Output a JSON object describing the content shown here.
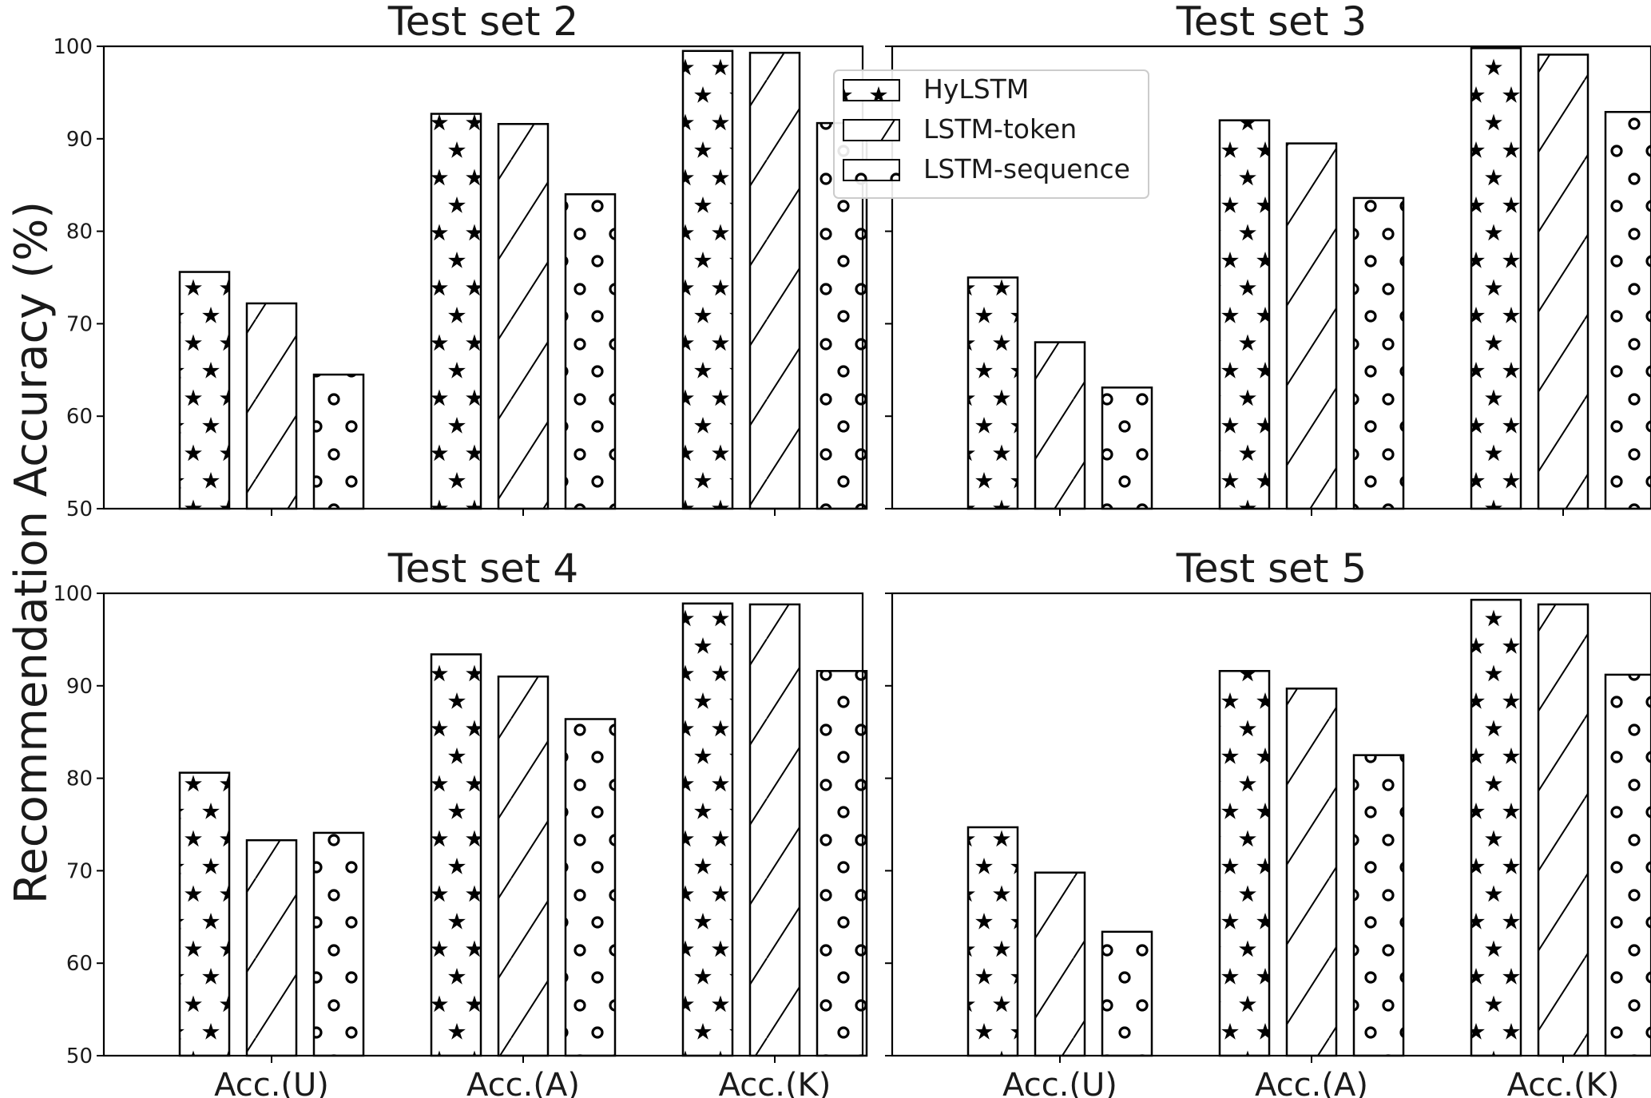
{
  "chart_data": {
    "type": "bar",
    "ylabel": "Recommendation Accuracy (%)",
    "ylim": [
      50,
      100
    ],
    "yticks": [
      50,
      60,
      70,
      80,
      90,
      100
    ],
    "categories": [
      "Acc.(U)",
      "Acc.(A)",
      "Acc.(K)"
    ],
    "legend": {
      "placement": "top-center",
      "entries": [
        {
          "name": "HyLSTM",
          "pattern": "stars"
        },
        {
          "name": "LSTM-token",
          "pattern": "diagonal"
        },
        {
          "name": "LSTM-sequence",
          "pattern": "circles"
        }
      ]
    },
    "panels": [
      {
        "title": "Test set 2",
        "series": [
          {
            "name": "HyLSTM",
            "values": [
              75.6,
              92.7,
              99.5
            ]
          },
          {
            "name": "LSTM-token",
            "values": [
              72.2,
              91.6,
              99.3
            ]
          },
          {
            "name": "LSTM-sequence",
            "values": [
              64.5,
              84.0,
              91.7
            ]
          }
        ]
      },
      {
        "title": "Test set 3",
        "series": [
          {
            "name": "HyLSTM",
            "values": [
              75.0,
              92.0,
              99.8
            ]
          },
          {
            "name": "LSTM-token",
            "values": [
              68.0,
              89.5,
              99.1
            ]
          },
          {
            "name": "LSTM-sequence",
            "values": [
              63.1,
              83.6,
              92.9
            ]
          }
        ]
      },
      {
        "title": "Test set 4",
        "series": [
          {
            "name": "HyLSTM",
            "values": [
              80.6,
              93.4,
              98.9
            ]
          },
          {
            "name": "LSTM-token",
            "values": [
              73.3,
              91.0,
              98.8
            ]
          },
          {
            "name": "LSTM-sequence",
            "values": [
              74.1,
              86.4,
              91.6
            ]
          }
        ]
      },
      {
        "title": "Test set 5",
        "series": [
          {
            "name": "HyLSTM",
            "values": [
              74.7,
              91.6,
              99.3
            ]
          },
          {
            "name": "LSTM-token",
            "values": [
              69.8,
              89.7,
              98.8
            ]
          },
          {
            "name": "LSTM-sequence",
            "values": [
              63.4,
              82.5,
              91.2
            ]
          }
        ]
      }
    ]
  }
}
